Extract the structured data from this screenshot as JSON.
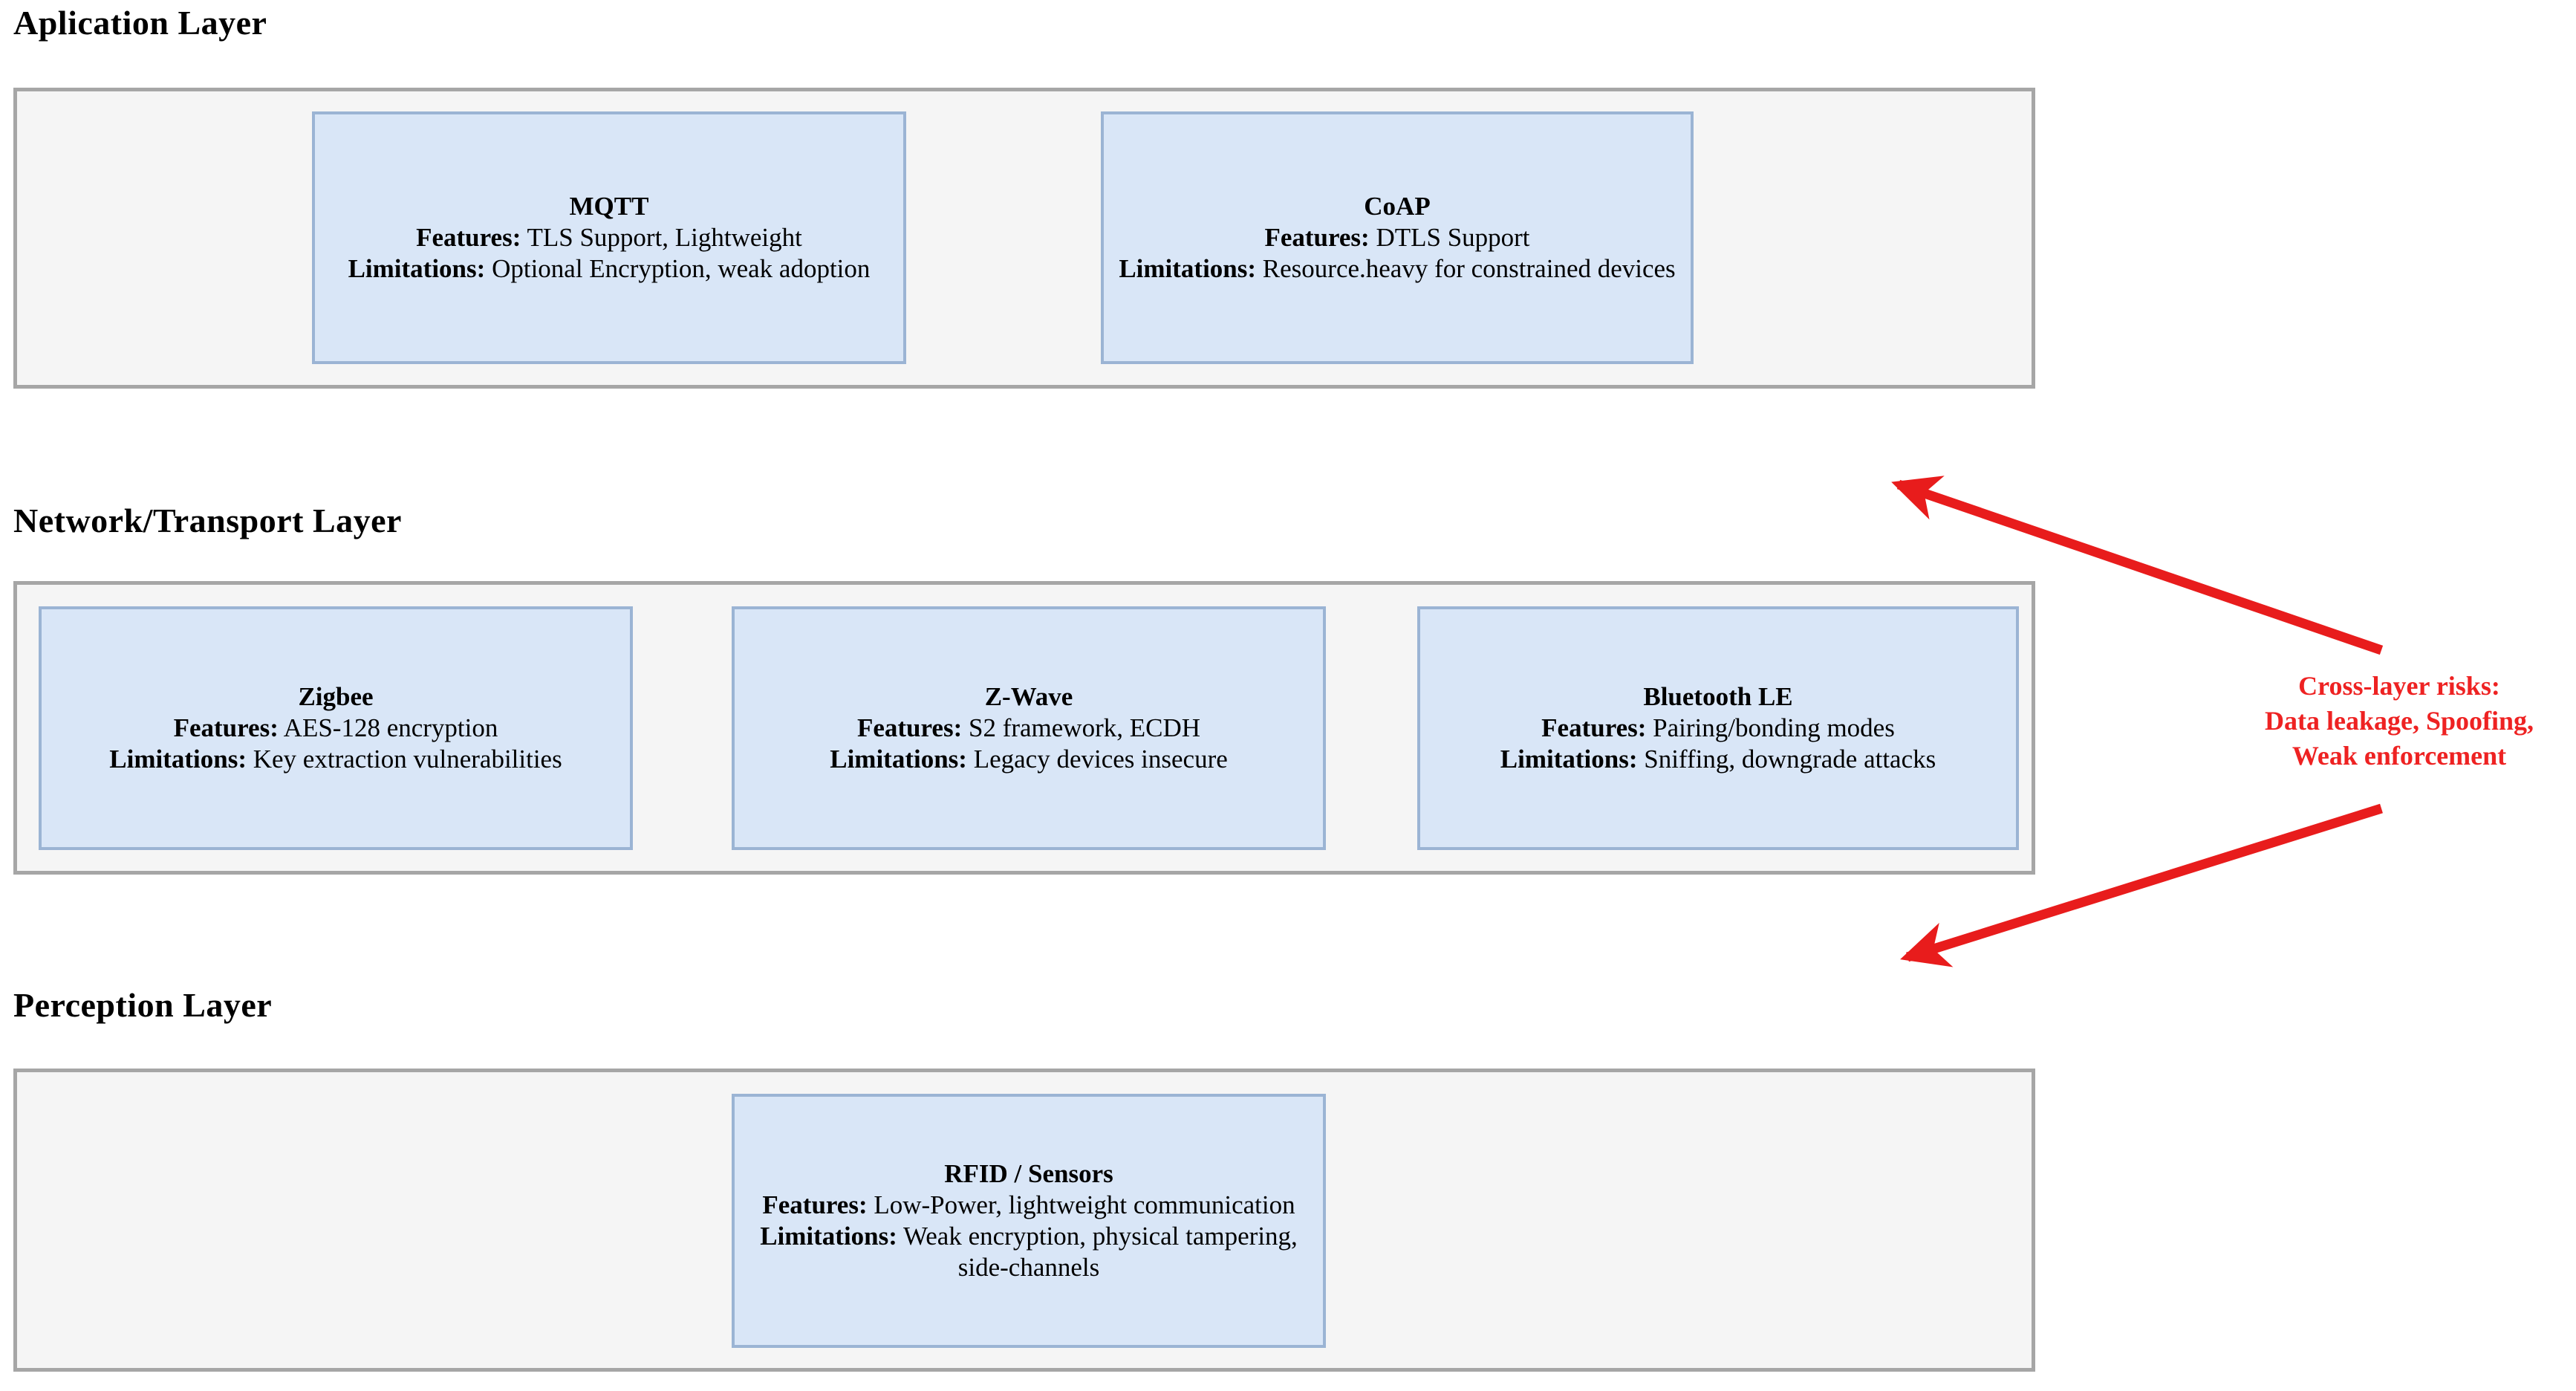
{
  "diagram": {
    "title_hidden": "",
    "accent_box_fill": "#d9e6f7",
    "accent_box_border": "#9bb4d4",
    "band_fill": "#f5f5f5",
    "band_border": "#a6a6a6",
    "risk_color": "#ee2222"
  },
  "layers": [
    {
      "id": "application",
      "title": "Aplication Layer",
      "boxes": [
        {
          "name": "MQTT",
          "features_label": "Features:",
          "features_text": " TLS Support, Lightweight",
          "limitations_label": "Limitations:",
          "limitations_text": " Optional Encryption, weak adoption"
        },
        {
          "name": "CoAP",
          "features_label": "Features:",
          "features_text": " DTLS Support",
          "limitations_label": "Limitations:",
          "limitations_text": " Resource.heavy for constrained devices"
        }
      ]
    },
    {
      "id": "network",
      "title": "Network/Transport Layer",
      "boxes": [
        {
          "name": "Zigbee",
          "features_label": "Features:",
          "features_text": " AES-128 encryption",
          "limitations_label": "Limitations:",
          "limitations_text": " Key extraction vulnerabilities"
        },
        {
          "name": "Z-Wave",
          "features_label": "Features:",
          "features_text": " S2 framework, ECDH",
          "limitations_label": "Limitations:",
          "limitations_text": " Legacy devices insecure"
        },
        {
          "name": "Bluetooth LE",
          "features_label": "Features:",
          "features_text": " Pairing/bonding modes",
          "limitations_label": "Limitations:",
          "limitations_text": " Sniffing, downgrade attacks"
        }
      ]
    },
    {
      "id": "perception",
      "title": "Perception Layer",
      "boxes": [
        {
          "name": "RFID / Sensors",
          "features_label": "Features:",
          "features_text": " Low-Power, lightweight communication",
          "limitations_label": "Limitations:",
          "limitations_text": " Weak encryption, physical tampering, side-channels"
        }
      ]
    }
  ],
  "annotation": {
    "line1": "Cross-layer risks:",
    "line2": "Data leakage, Spoofing,",
    "line3": "Weak enforcement"
  }
}
